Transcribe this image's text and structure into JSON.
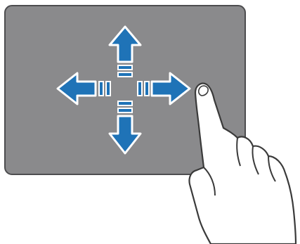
{
  "touchpad": {
    "fill": "#8a8a8c",
    "border": "#4d4d4f"
  },
  "arrows": {
    "fill": "#1f73b7",
    "stroke": "#ffffff",
    "directions": [
      "up",
      "down",
      "left",
      "right"
    ]
  },
  "hand": {
    "fill": "#ffffff",
    "outline": "#3a3a3a",
    "gesture": "one-finger-drag"
  }
}
